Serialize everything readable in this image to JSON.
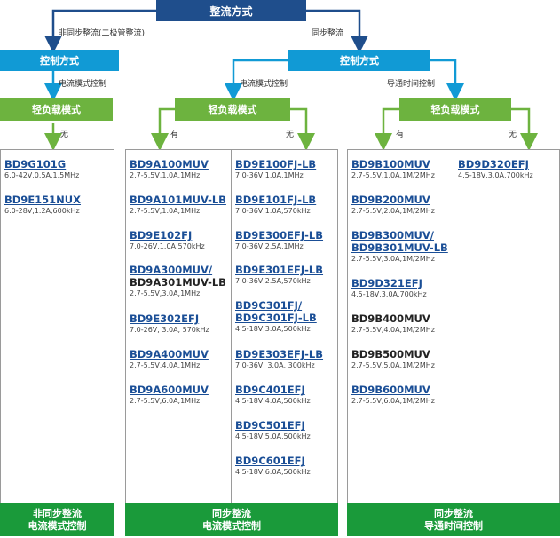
{
  "top": {
    "title": "整流方式"
  },
  "branches": {
    "non_sync": "非同步整流(二极管整流)",
    "sync": "同步整流"
  },
  "control": {
    "label": "控制方式",
    "current_mode": "电流模式控制",
    "on_time": "导通时间控制"
  },
  "light_load": {
    "label": "轻负载模式",
    "yes": "有",
    "no": "无"
  },
  "columns": {
    "col1": [
      {
        "pn": "BD9G101G",
        "spec": "6.0-42V,0.5A,1.5MHz",
        "link": true
      },
      {
        "pn": "BD9E151NUX",
        "spec": "6.0-28V,1.2A,600kHz",
        "link": true
      }
    ],
    "col2": [
      {
        "pn": "BD9A100MUV",
        "spec": "2.7-5.5V,1.0A,1MHz",
        "link": true
      },
      {
        "pn": "BD9A101MUV-LB",
        "spec": "2.7-5.5V,1.0A,1MHz",
        "link": true
      },
      {
        "pn": "BD9E102FJ",
        "spec": "7.0-26V,1.0A,570kHz",
        "link": true
      },
      {
        "pn": "BD9A300MUV/",
        "pn2": "BD9A301MUV-LB",
        "spec": "2.7-5.5V,3.0A,1MHz",
        "link": true
      },
      {
        "pn": "BD9E302EFJ",
        "spec": "7.0-26V, 3.0A, 570kHz",
        "link": true
      },
      {
        "pn": "BD9A400MUV",
        "spec": "2.7-5.5V,4.0A,1MHz",
        "link": true
      },
      {
        "pn": "BD9A600MUV",
        "spec": "2.7-5.5V,6.0A,1MHz",
        "link": true
      }
    ],
    "col3": [
      {
        "pn": "BD9E100FJ-LB",
        "spec": "7.0-36V,1.0A,1MHz",
        "link": true
      },
      {
        "pn": "BD9E101FJ-LB",
        "spec": "7.0-36V,1.0A,570kHz",
        "link": true
      },
      {
        "pn": "BD9E300EFJ-LB",
        "spec": "7.0-36V,2.5A,1MHz",
        "link": true
      },
      {
        "pn": "BD9E301EFJ-LB",
        "spec": "7.0-36V,2.5A,570kHz",
        "link": true
      },
      {
        "pn": "BD9C301FJ/",
        "pn2": "BD9C301FJ-LB",
        "spec": "4.5-18V,3.0A,500kHz",
        "link": true
      },
      {
        "pn": "BD9E303EFJ-LB",
        "spec": "7.0-36V, 3.0A, 300kHz",
        "link": true
      },
      {
        "pn": "BD9C401EFJ",
        "spec": "4.5-18V,4.0A,500kHz",
        "link": true
      },
      {
        "pn": "BD9C501EFJ",
        "spec": "4.5-18V,5.0A,500kHz",
        "link": true
      },
      {
        "pn": "BD9C601EFJ",
        "spec": "4.5-18V,6.0A,500kHz",
        "link": true
      }
    ],
    "col4": [
      {
        "pn": "BD9B100MUV",
        "spec": "2.7-5.5V,1.0A,1M/2MHz",
        "link": true
      },
      {
        "pn": "BD9B200MUV",
        "spec": "2.7-5.5V,2.0A,1M/2MHz",
        "link": true
      },
      {
        "pn": "BD9B300MUV/",
        "pn2": "BD9B301MUV-LB",
        "spec": "2.7-5.5V,3.0A,1M/2MHz",
        "link": true
      },
      {
        "pn": "BD9D321EFJ",
        "spec": "4.5-18V,3.0A,700kHz",
        "link": true
      },
      {
        "pn": "BD9B400MUV",
        "spec": "2.7-5.5V,4.0A,1M/2MHz",
        "link": false
      },
      {
        "pn": "BD9B500MUV",
        "spec": "2.7-5.5V,5.0A,1M/2MHz",
        "link": false
      },
      {
        "pn": "BD9B600MUV",
        "spec": "2.7-5.5V,6.0A,1M/2MHz",
        "link": true
      }
    ],
    "col5": [
      {
        "pn": "BD9D320EFJ",
        "spec": "4.5-18V,3.0A,700kHz",
        "link": true
      }
    ]
  },
  "footers": {
    "f1": {
      "line1": "非同步整流",
      "line2": "电流模式控制"
    },
    "f2": {
      "line1": "同步整流",
      "line2": "电流模式控制"
    },
    "f3": {
      "line1": "同步整流",
      "line2": "导通时间控制"
    }
  },
  "colors": {
    "dark_blue": "#1f4e8c",
    "cyan": "#119ad5",
    "green": "#6db33f",
    "footer_green": "#1a9a3a",
    "link": "#1a4e96"
  }
}
